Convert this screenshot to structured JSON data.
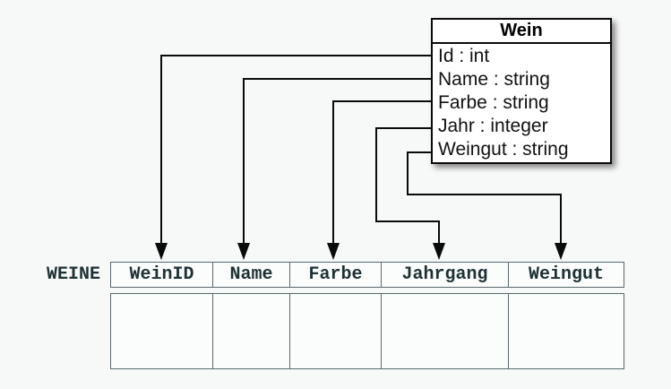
{
  "class_box": {
    "title": "Wein",
    "attributes": [
      "Id : int",
      "Name : string",
      "Farbe : string",
      "Jahr : integer",
      "Weingut : string"
    ]
  },
  "table": {
    "label": "WEINE",
    "columns": [
      "WeinID",
      "Name",
      "Farbe",
      "Jahrgang",
      "Weingut"
    ],
    "empty_row_cells": [
      "",
      "",
      "",
      "",
      ""
    ]
  },
  "mappings": [
    {
      "from": "Id",
      "to": "WeinID"
    },
    {
      "from": "Name",
      "to": "Name"
    },
    {
      "from": "Farbe",
      "to": "Farbe"
    },
    {
      "from": "Jahr",
      "to": "Jahrgang"
    },
    {
      "from": "Weingut",
      "to": "Weingut"
    }
  ],
  "colors": {
    "background": "#f7f8f8",
    "class_box_border": "#0a0a0a",
    "class_box_fill": "#ffffff",
    "connector": "#0a0a0a",
    "table_border": "#5a696d",
    "table_cell_fill": "#fbfcfc",
    "table_text": "#1d3134"
  }
}
